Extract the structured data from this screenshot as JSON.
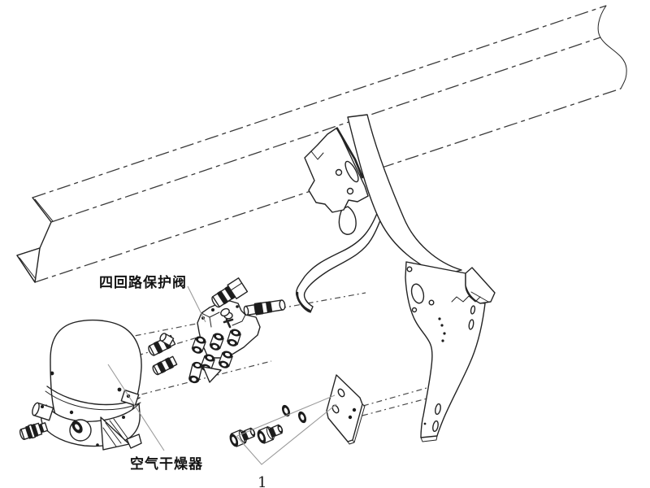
{
  "diagram": {
    "type": "exploded-parts-drawing",
    "background": "#ffffff",
    "ink": "#141414",
    "labels": {
      "valve": "四回路保护阀",
      "dryer": "空气干燥器",
      "item_number": "1"
    }
  }
}
